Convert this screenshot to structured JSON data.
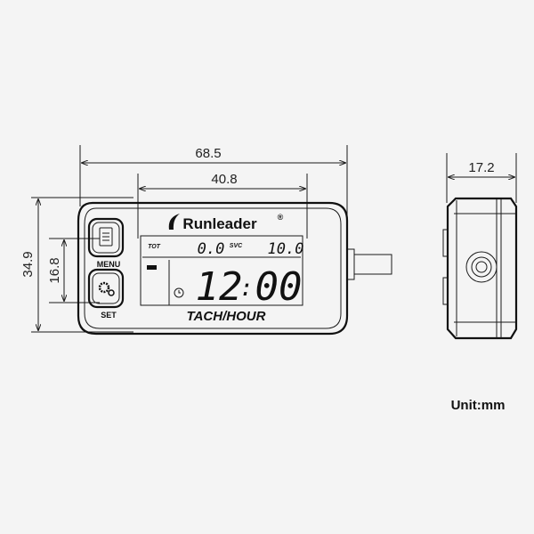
{
  "dimensions": {
    "overall_width": "68.5",
    "display_width": "40.8",
    "overall_height": "34.9",
    "display_height": "16.8",
    "depth": "17.2"
  },
  "device": {
    "brand": "Runleader",
    "registered_mark": "®",
    "menu_label": "MENU",
    "set_label": "SET",
    "model_label": "TACH/HOUR",
    "lcd": {
      "tot_label": "TOT",
      "tot_value": "0.0",
      "svc_label": "SVC",
      "svc_value": "10.0",
      "hours": "12",
      "separator": ":",
      "minutes": "00"
    },
    "icons": [
      "menu-icon",
      "settings-gears-icon",
      "battery-icon",
      "alarm-clock-icon",
      "leaf-logo-icon"
    ]
  },
  "unit_label": "Unit:mm"
}
